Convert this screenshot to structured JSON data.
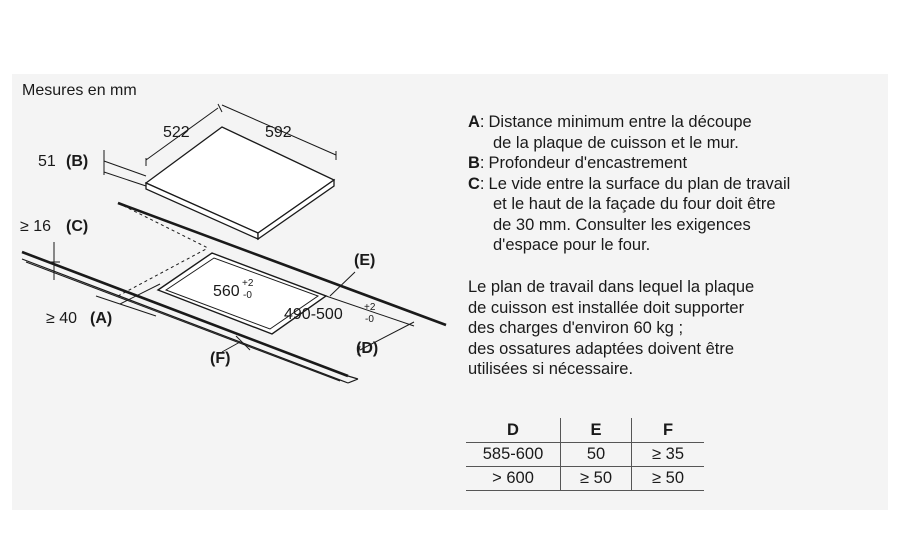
{
  "caption": "Mesures en mm",
  "labels": {
    "depth_522": "522",
    "width_592": "592",
    "b_value": "51",
    "b_key": "(B)",
    "c_value": "≥ 16",
    "c_key": "(C)",
    "a_value": "≥ 40",
    "a_key": "(A)",
    "cutout_width": "560",
    "cutout_width_tol_top": "+2",
    "cutout_width_tol_bottom": "-0",
    "cutout_depth": "490-500",
    "cutout_depth_tol_top": "+2",
    "cutout_depth_tol_bottom": "-0",
    "e_key": "(E)",
    "d_key": "(D)",
    "f_key": "(F)"
  },
  "legend": {
    "a_key": "A",
    "a_line1": "Distance minimum entre la découpe",
    "a_line2": "de la plaque de cuisson et le mur.",
    "b_key": "B",
    "b_line1": "Profondeur d'encastrement",
    "c_key": "C",
    "c_line1": "Le vide entre la surface du plan de travail",
    "c_line2": "et le haut de la façade du four doit être",
    "c_line3": "de 30 mm. Consulter les exigences",
    "c_line4": "d'espace pour le four."
  },
  "note": {
    "line1": "Le plan de travail dans lequel la plaque",
    "line2": "de cuisson est installée doit supporter",
    "line3": "des charges d'environ 60 kg ;",
    "line4": "des ossatures adaptées doivent être",
    "line5": "utilisées si nécessaire."
  },
  "table": {
    "headers": [
      "D",
      "E",
      "F"
    ],
    "rows": [
      [
        "585-600",
        "50",
        "≥ 35"
      ],
      [
        "> 600",
        "≥ 50",
        "≥ 50"
      ]
    ]
  }
}
